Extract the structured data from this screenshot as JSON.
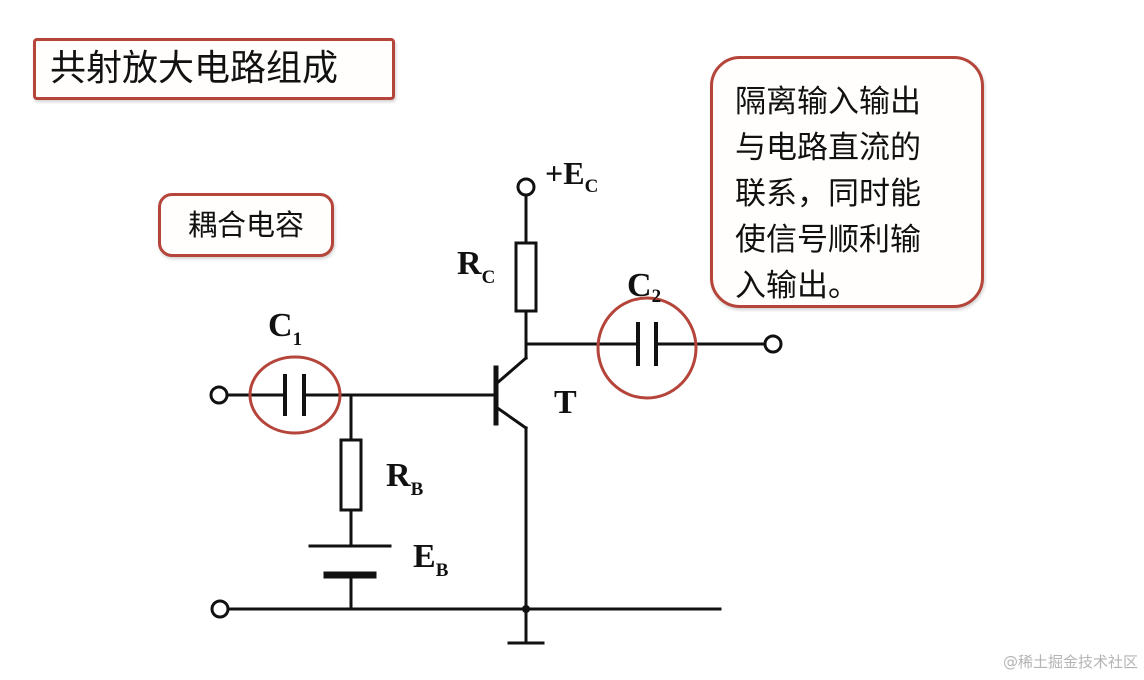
{
  "title": "共射放大电路组成",
  "note": "耦合电容",
  "explanation_lines": [
    "隔离输入输出",
    "与电路直流的",
    "联系，同时能",
    "使信号顺利输",
    "入输出。"
  ],
  "components": {
    "supply": {
      "prefix": "+E",
      "sub": "C"
    },
    "rc": {
      "main": "R",
      "sub": "C"
    },
    "c2": {
      "main": "C",
      "sub": "2"
    },
    "c1": {
      "main": "C",
      "sub": "1"
    },
    "transistor": "T",
    "rb": {
      "main": "R",
      "sub": "B"
    },
    "eb": {
      "main": "E",
      "sub": "B"
    }
  },
  "colors": {
    "highlight": "#b5453a",
    "wire": "#111111"
  },
  "watermark": "@稀土掘金技术社区"
}
